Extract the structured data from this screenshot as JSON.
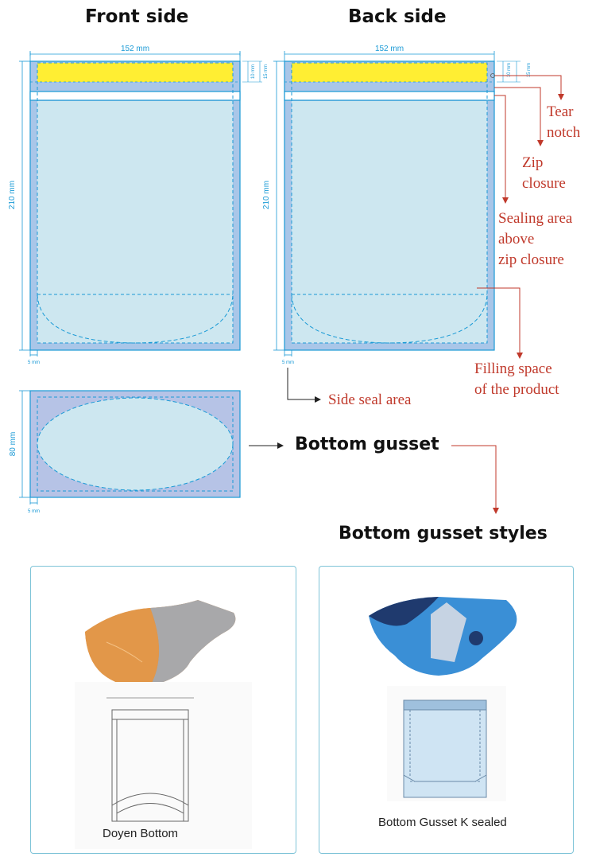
{
  "headings": {
    "front": "Front side",
    "back": "Back side",
    "bottom_gusset": "Bottom gusset",
    "styles": "Bottom gusset styles"
  },
  "dimensions": {
    "width": "152 mm",
    "height": "210 mm",
    "top_small": "10 mm",
    "top_large": "15 mm",
    "side_seal": "5 mm",
    "gusset_height": "80 mm"
  },
  "callouts": {
    "tear_notch": [
      "Tear",
      "notch"
    ],
    "zip_closure": [
      "Zip",
      "closure"
    ],
    "sealing_area": [
      "Sealing area",
      "above",
      "zip closure"
    ],
    "filling_space": [
      "Filling space",
      "of the product"
    ],
    "side_seal": "Side seal area"
  },
  "styles": [
    {
      "label": "Doyen Bottom",
      "photo_color": "#d98a3d"
    },
    {
      "label": "Bottom Gusset K sealed",
      "photo_color": "#3a8fd6"
    }
  ],
  "colors": {
    "seal": "#a9c6e8",
    "fill": "#cde7f0",
    "zip_band": "#ffee33",
    "dim_line": "#1a9ad6",
    "arrow": "#c0392b",
    "gusset_outer": "#b6c3e6"
  }
}
